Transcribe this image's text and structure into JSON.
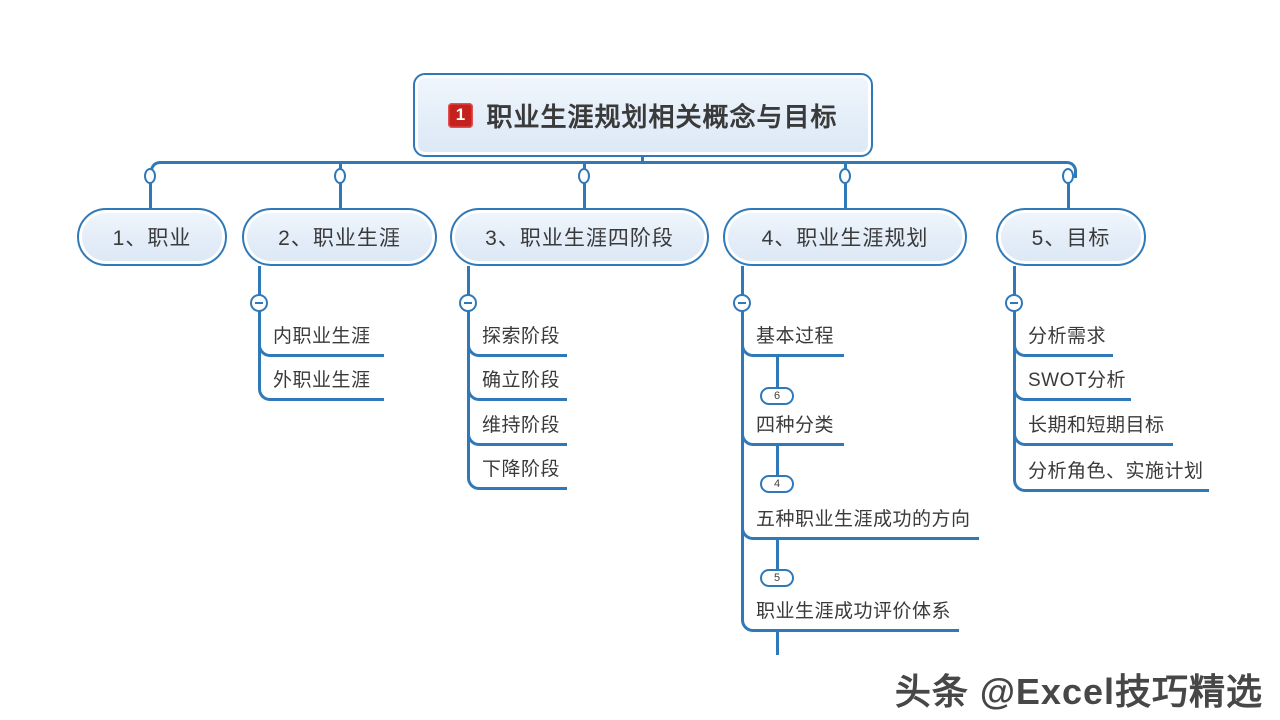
{
  "colors": {
    "line_blue": "#2f79b9",
    "node_fill": "#e4eef9",
    "node_border": "#2f79b9",
    "text": "#3a3a3a",
    "priority_red": "#c4211e",
    "watermark_gray": "#474747"
  },
  "root": {
    "icon": "priority-1-icon",
    "icon_label": "1",
    "label": "职业生涯规划相关概念与目标"
  },
  "branches": [
    {
      "label": "1、职业",
      "children": []
    },
    {
      "label": "2、职业生涯",
      "children": [
        {
          "label": "内职业生涯"
        },
        {
          "label": "外职业生涯"
        }
      ]
    },
    {
      "label": "3、职业生涯四阶段",
      "children": [
        {
          "label": "探索阶段"
        },
        {
          "label": "确立阶段"
        },
        {
          "label": "维持阶段"
        },
        {
          "label": "下降阶段"
        }
      ]
    },
    {
      "label": "4、职业生涯规划",
      "children": [
        {
          "label": "基本过程",
          "collapsed_count": "6"
        },
        {
          "label": "四种分类",
          "collapsed_count": "4"
        },
        {
          "label": "五种职业生涯成功的方向",
          "collapsed_count": "5"
        },
        {
          "label": "职业生涯成功评价体系"
        }
      ]
    },
    {
      "label": "5、目标",
      "children": [
        {
          "label": "分析需求"
        },
        {
          "label": "SWOT分析"
        },
        {
          "label": "长期和短期目标"
        },
        {
          "label": "分析角色、实施计划"
        }
      ]
    }
  ],
  "watermark": {
    "text": "头条 @Excel技巧精选"
  }
}
